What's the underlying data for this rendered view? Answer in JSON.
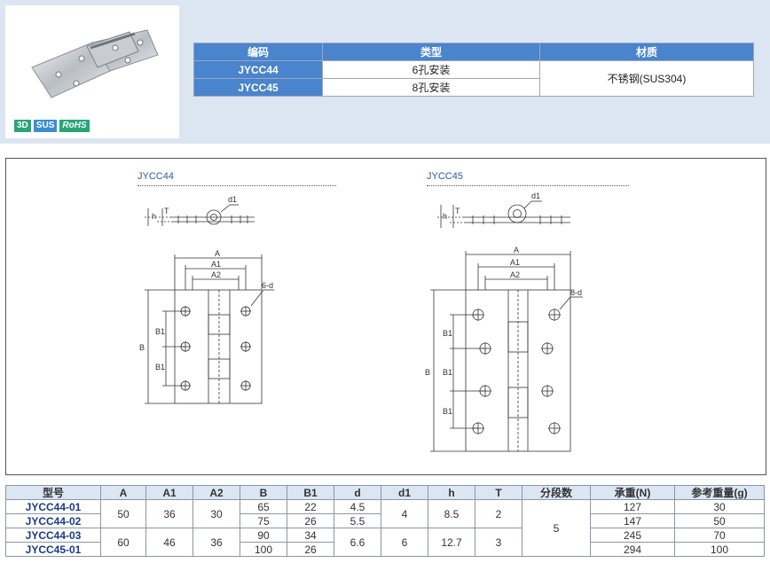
{
  "product": {
    "badges": [
      "3D",
      "SUS",
      "RoHS"
    ]
  },
  "spec_table": {
    "headers": [
      "编码",
      "类型",
      "材质"
    ],
    "rows": [
      {
        "code": "JYCC44",
        "type": "6孔安装"
      },
      {
        "code": "JYCC45",
        "type": "8孔安装"
      }
    ],
    "material": "不锈钢(SUS304)"
  },
  "drawings": {
    "left_title": "JYCC44",
    "right_title": "JYCC45",
    "labels": {
      "A": "A",
      "A1": "A1",
      "A2": "A2",
      "B": "B",
      "B1": "B1",
      "h": "h",
      "T": "T",
      "d1": "d1",
      "left_hole": "6-d",
      "right_hole": "8-d"
    }
  },
  "data_table": {
    "headers": [
      "型号",
      "A",
      "A1",
      "A2",
      "B",
      "B1",
      "d",
      "d1",
      "h",
      "T",
      "分段数",
      "承重(N)",
      "参考重量(g)"
    ],
    "rows": [
      {
        "model": "JYCC44-01",
        "B": "65",
        "B1": "22",
        "d": "4.5",
        "load": "127",
        "weight": "30"
      },
      {
        "model": "JYCC44-02",
        "B": "75",
        "B1": "26",
        "d": "5.5",
        "load": "147",
        "weight": "50"
      },
      {
        "model": "JYCC44-03",
        "B": "90",
        "B1": "34",
        "load": "245",
        "weight": "70"
      },
      {
        "model": "JYCC45-01",
        "B": "100",
        "B1": "26",
        "load": "294",
        "weight": "100"
      }
    ],
    "group1": {
      "A": "50",
      "A1": "36",
      "A2": "30",
      "d1": "4",
      "h": "8.5",
      "T": "2"
    },
    "group2": {
      "A": "60",
      "A1": "46",
      "A2": "36",
      "d": "6.6",
      "d1": "6",
      "h": "12.7",
      "T": "3"
    },
    "segments": "5"
  }
}
